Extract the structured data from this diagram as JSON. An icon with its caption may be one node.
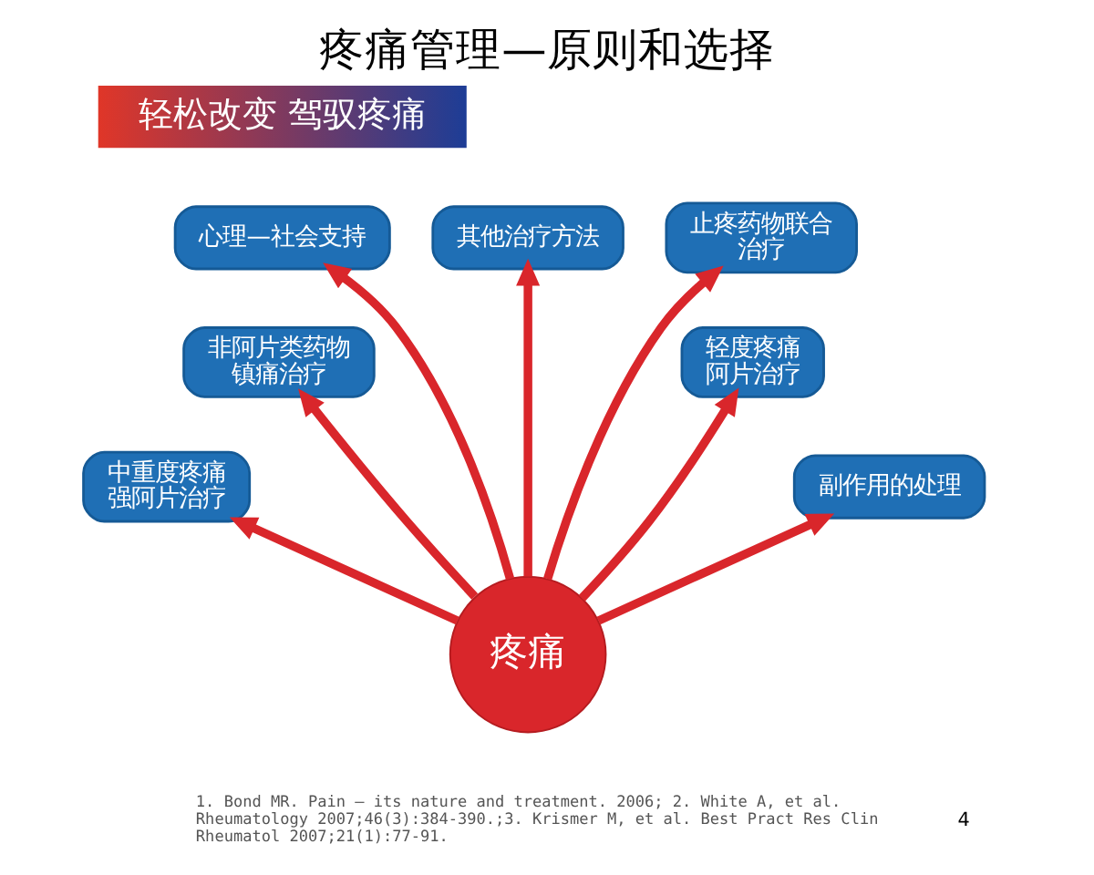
{
  "diagram": {
    "title": "疼痛管理—原则和选择",
    "nodes": [
      {
        "text": [
          "心理—社会支持"
        ]
      },
      {
        "text": [
          "其他治疗方法"
        ]
      },
      {
        "text": [
          "止疼药物联合治疗"
        ]
      },
      {
        "text": [
          "非阿片类药物镇痛治疗"
        ]
      },
      {
        "text": [
          "轻度疼痛阿片治疗"
        ]
      },
      {
        "text": [
          "中重度疼痛强阿片治疗"
        ]
      },
      {
        "text": [
          "疼痛"
        ]
      },
      {
        "text": [
          "副作用的处理"
        ]
      }
    ],
    "edges": [
      {
        "from": 6,
        "to": 5,
        "arrow": "to"
      },
      {
        "from": 6,
        "to": 3,
        "arrow": "to"
      },
      {
        "from": 6,
        "to": 0,
        "arrow": "to"
      },
      {
        "from": 6,
        "to": 1,
        "arrow": "to"
      },
      {
        "from": 6,
        "to": 2,
        "arrow": "to"
      },
      {
        "from": 6,
        "to": 4,
        "arrow": "to"
      },
      {
        "from": 6,
        "to": 7,
        "arrow": "to"
      }
    ],
    "labels": [
      "轻松改变 驾驭疼痛",
      "1. Bond MR. Pain – its nature and treatment. 2006; 2. White A, et al. Rheumatology 2007;46(3):384-390.;3. Krismer M, et al. Best Pract Res Clin Rheumatol 2007;21(1):77-91.",
      "4"
    ]
  }
}
